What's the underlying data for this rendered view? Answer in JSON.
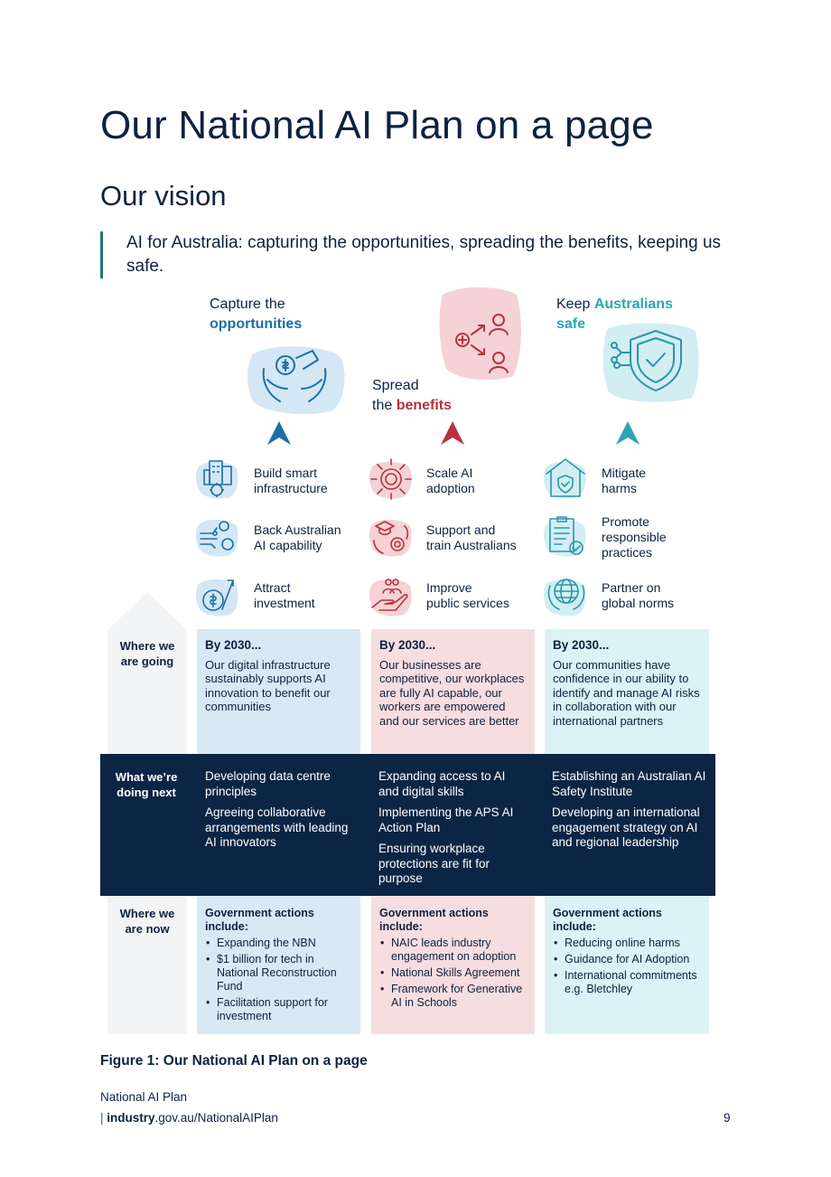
{
  "page_title": "Our National AI Plan on a page",
  "section_title": "Our vision",
  "vision_text": "AI for Australia: capturing the opportunities, spreading the benefits, keeping us safe.",
  "pillars": [
    {
      "line1": "Capture the",
      "emphasis": "opportunities",
      "color": "#1c6ea4"
    },
    {
      "line1": "Spread",
      "prefix": "the ",
      "emphasis": "benefits",
      "color": "#b7323f"
    },
    {
      "line1": "Keep ",
      "emphasis": "Australians",
      "emphasis2": "safe",
      "color": "#2aa6b3"
    }
  ],
  "items": {
    "col1": [
      "Build smart infrastructure",
      "Back Australian AI capability",
      "Attract investment"
    ],
    "col2": [
      "Scale AI adoption",
      "Support and train Australians",
      "Improve public services"
    ],
    "col3": [
      "Mitigate harms",
      "Promote responsible practices",
      "Partner on global norms"
    ]
  },
  "item_lines": {
    "c1": [
      [
        "Build smart",
        "infrastructure"
      ],
      [
        "Back Australian",
        "AI capability"
      ],
      [
        "Attract",
        "investment"
      ]
    ],
    "c2": [
      [
        "Scale AI",
        "adoption"
      ],
      [
        "Support and",
        "train Australians"
      ],
      [
        "Improve",
        "public services"
      ]
    ],
    "c3": [
      [
        "Mitigate",
        "harms"
      ],
      [
        "Promote",
        "responsible",
        "practices"
      ],
      [
        "Partner on",
        "global norms"
      ]
    ]
  },
  "rows": {
    "going": "Where we are going",
    "next": "What we’re doing next",
    "now": "Where we are now"
  },
  "row_label_lines": {
    "going": [
      "Where we",
      "are going"
    ],
    "next": [
      "What we’re",
      "doing next"
    ],
    "now": [
      "Where we",
      "are now"
    ]
  },
  "by2030": {
    "heading": "By 2030...",
    "col1": "Our digital infrastructure sustainably supports AI innovation to benefit our communities",
    "col2": "Our businesses are competitive, our workplaces are fully AI capable, our workers are empowered and our services are better",
    "col3": "Our communities have confidence in our ability to identify and manage AI risks in collaboration with our international partners"
  },
  "next": {
    "col1": [
      "Developing data centre principles",
      "Agreeing collaborative arrangements with leading AI innovators"
    ],
    "col2": [
      "Expanding access to AI and digital skills",
      "Implementing the APS AI Action Plan",
      "Ensuring workplace protections are fit for purpose"
    ],
    "col3": [
      "Establishing an Australian AI Safety Institute",
      "Developing an international engagement strategy on AI and regional leadership"
    ]
  },
  "now": {
    "heading": "Government actions include:",
    "col1": [
      "Expanding the NBN",
      "$1 billion for tech in National Reconstruction Fund",
      "Facilitation support for investment"
    ],
    "col2": [
      "NAIC leads industry engagement on adoption",
      "National Skills Agreement",
      "Framework for Generative AI in Schools"
    ],
    "col3": [
      "Reducing online harms",
      "Guidance for AI Adoption",
      "International commitments e.g. Bletchley"
    ]
  },
  "caption": "Figure 1: Our National AI Plan on a page",
  "footer": {
    "title": "National AI Plan",
    "sep": "| ",
    "domain_bold": "industry",
    "domain_rest": ".gov.au/NationalAIPlan",
    "page": "9"
  },
  "colors": {
    "navy": "#0c2545",
    "blue": "#1c6ea4",
    "red": "#b7323f",
    "teal": "#2aa6b3"
  }
}
